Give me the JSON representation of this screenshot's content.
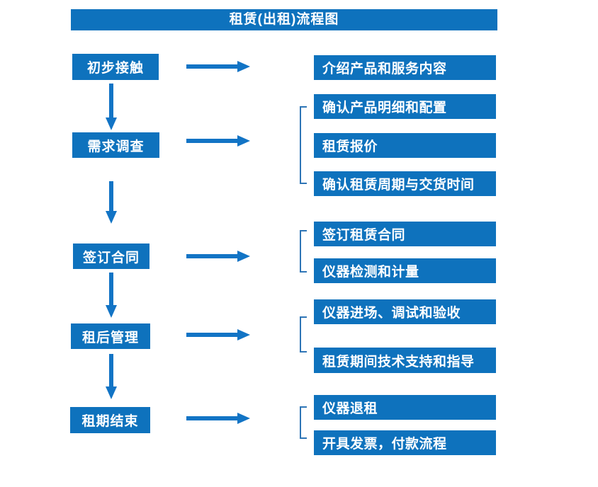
{
  "title": "租赁(出租)流程图",
  "colors": {
    "primary": "#0e72bd",
    "arrow": "#1274c5",
    "bracket": "#2e75b6",
    "text": "#ffffff",
    "background": "#ffffff"
  },
  "steps": [
    {
      "label": "初步接触",
      "details": [
        "介绍产品和服务内容"
      ]
    },
    {
      "label": "需求调查",
      "details": [
        "确认产品明细和配置",
        "租赁报价",
        "确认租赁周期与交货时间"
      ]
    },
    {
      "label": "签订合同",
      "details": [
        "签订租赁合同",
        "仪器检测和计量"
      ]
    },
    {
      "label": "租后管理",
      "details": [
        "仪器进场、调试和验收",
        "租赁期间技术支持和指导"
      ]
    },
    {
      "label": "租期结束",
      "details": [
        "仪器退租",
        "开具发票，付款流程"
      ]
    }
  ]
}
